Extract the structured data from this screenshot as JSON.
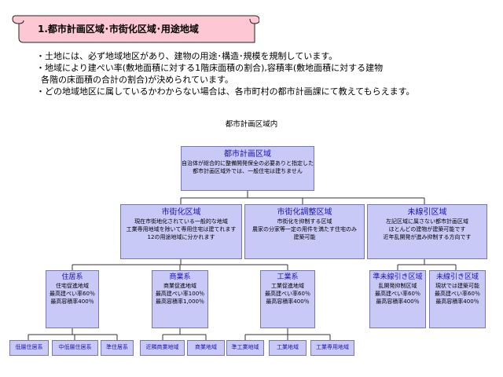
{
  "header": {
    "title": "1.都市計画区域･市街化区域･用途地域"
  },
  "intro": {
    "bullet1": "・土地には、必ず地域地区があり、建物の用途･構造･規模を規制しています。",
    "bullet2a": "・地域により建ぺい率(敷地面積に対する1階床面積の割合),容積率(敷地面積に対する建物",
    "bullet2b": "各階の床面積の合計の割合)が決められています。",
    "bullet3": "・どの地域地区に属しているかわからない場合は、各市町村の都市計画課にて教えてもらえます。"
  },
  "diagram": {
    "caption": "都市計画区域内",
    "root": {
      "title": "都市計画区域",
      "lines": [
        "自治体が総合的に整備開発保全の必要ありと指定した地域",
        "都市計画区域外では、一般住宅は建ちません"
      ]
    },
    "shigaika": {
      "title": "市街化区域",
      "lines": [
        "現在市街地化されている一般的な地域",
        "工業専用地域を除いて専用住宅は建てれます",
        "12の用途地域に分かれます"
      ]
    },
    "chousei": {
      "title": "市街化調整区域",
      "lines": [
        "市街化を抑制する区域",
        "農家の分家等一定の用件を満たす住宅のみ",
        "建築可能"
      ]
    },
    "misenbiki": {
      "title": "未線引区域",
      "lines": [
        "左記区域に属さない都市計画区域",
        "ほとんどの建物が建築可能です",
        "近年乱開発が進み抑制する方向です"
      ]
    },
    "jukyo": {
      "title": "住居系",
      "lines": [
        "住宅促進地域",
        "最高建ぺい率60％",
        "最高容積率400％"
      ]
    },
    "shogyo": {
      "title": "商業系",
      "lines": [
        "商業促進地域",
        "最高建ぺい率100％",
        "最高容積率1,000％"
      ]
    },
    "kogyo": {
      "title": "工業系",
      "lines": [
        "工業促進地域",
        "最高建ぺい率60％",
        "最高容積率400％"
      ]
    },
    "jun_misen": {
      "title": "準未線引き区域",
      "lines": [
        "乱開発抑制区域",
        "最高建ぺい率60％",
        "最高容積率400％"
      ]
    },
    "misen2": {
      "title": "未線引き区域",
      "lines": [
        "現状では建築可能",
        "最高建ぺい率60％",
        "最高容積率400％"
      ]
    },
    "leaves": [
      "低層住居系",
      "中低層住居系",
      "準住居系",
      "近隣商業地域",
      "商業地域",
      "準工業地域",
      "工業地域",
      "工業専用地域"
    ]
  }
}
